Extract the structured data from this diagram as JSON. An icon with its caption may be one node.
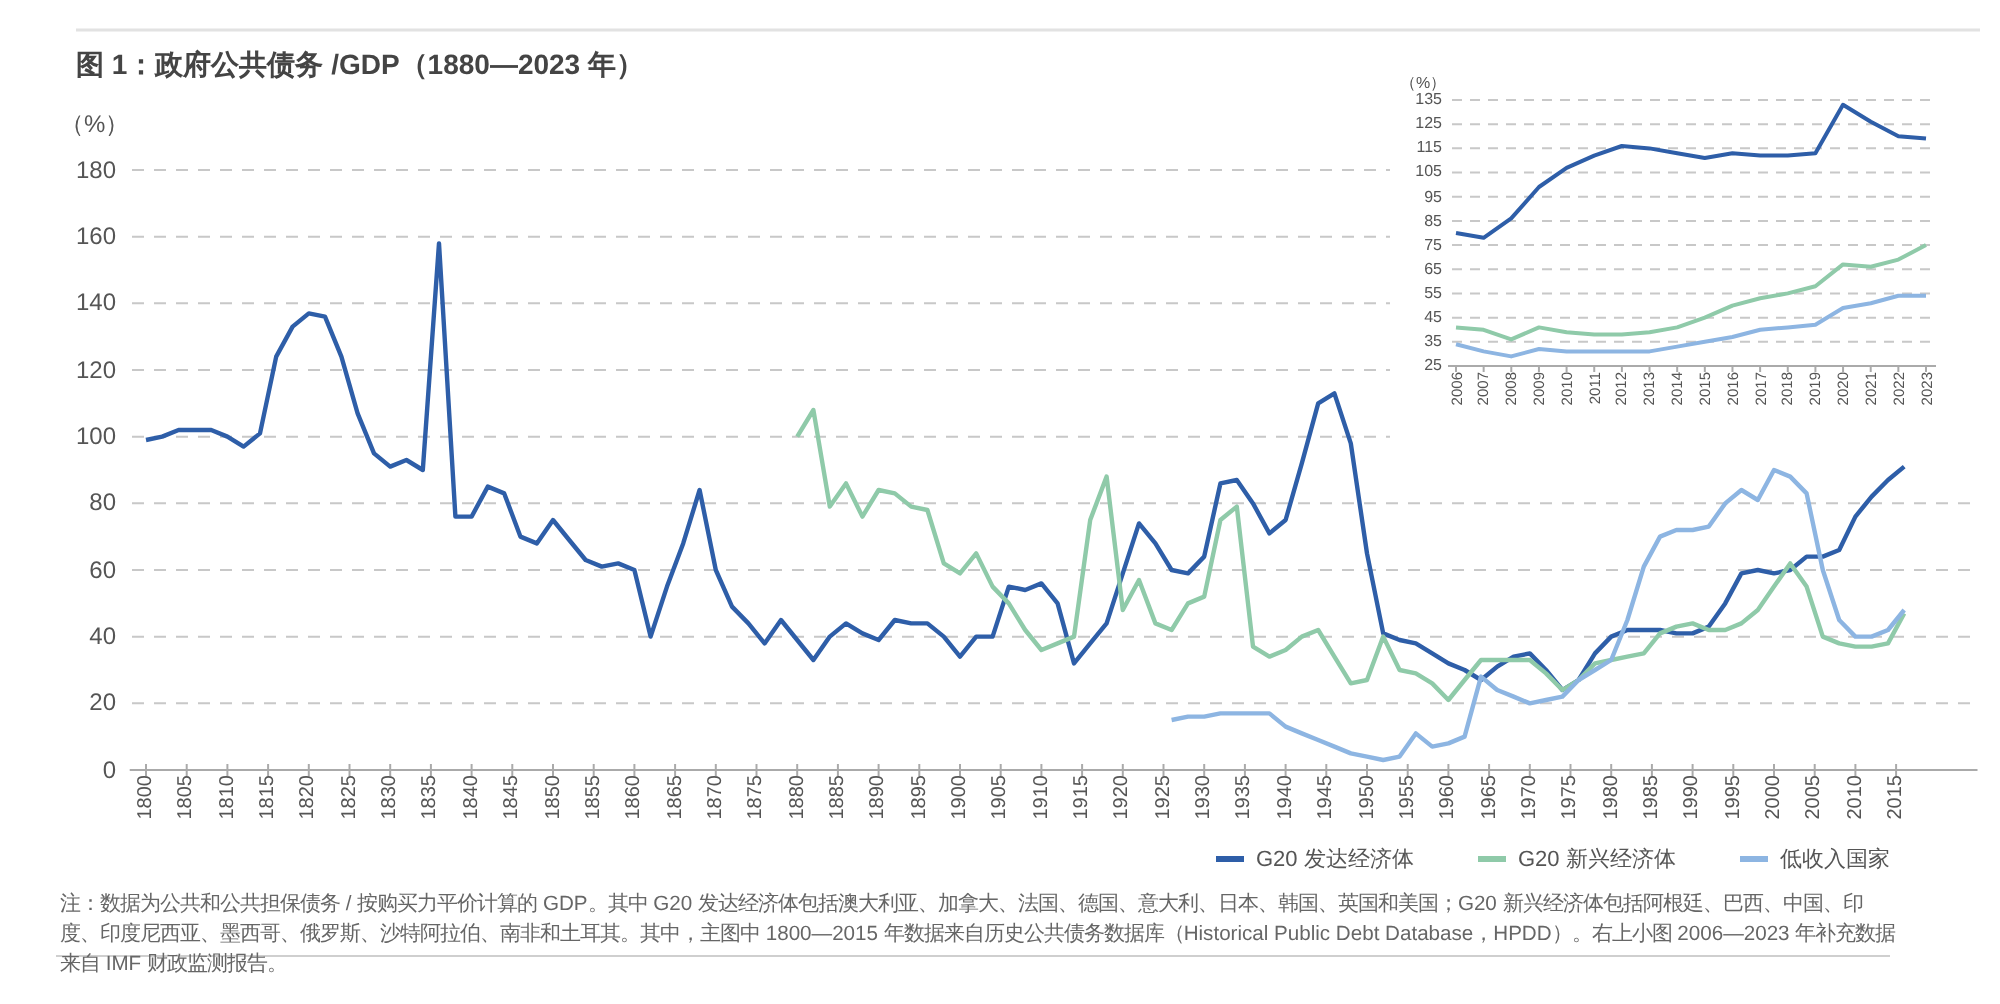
{
  "diagram": {
    "title": "图 1：政府公共债务 /GDP（1880—2023 年）",
    "caption": "注：数据为公共和公共担保债务 / 按购买力平价计算的 GDP。其中 G20 发达经济体包括澳大利亚、加拿大、法国、德国、意大利、日本、韩国、英国和美国；G20 新兴经济体包括阿根廷、巴西、中国、印度、印度尼西亚、墨西哥、俄罗斯、沙特阿拉伯、南非和土耳其。其中，主图中 1800—2015 年数据来自历史公共债务数据库（Historical Public Debt Database，HPDD）。右上小图 2006—2023 年补充数据来自 IMF 财政监测报告。",
    "legend": [
      {
        "text": "G20 发达经济体",
        "color": "#2e5ea8"
      },
      {
        "text": "G20 新兴经济体",
        "color": "#8fcaa9"
      },
      {
        "text": "低收入国家",
        "color": "#8db5e2"
      }
    ],
    "chart_data": [
      {
        "type": "line",
        "ylabel": "（%）",
        "xlim": [
          1798,
          2025
        ],
        "ylim": [
          0,
          180
        ],
        "grid": true,
        "x": [
          1800,
          1802,
          1804,
          1806,
          1808,
          1810,
          1812,
          1814,
          1816,
          1818,
          1820,
          1822,
          1824,
          1826,
          1828,
          1830,
          1832,
          1834,
          1836,
          1838,
          1840,
          1842,
          1844,
          1846,
          1848,
          1850,
          1852,
          1854,
          1856,
          1858,
          1860,
          1862,
          1864,
          1866,
          1868,
          1870,
          1872,
          1874,
          1876,
          1878,
          1880,
          1882,
          1884,
          1886,
          1888,
          1890,
          1892,
          1894,
          1896,
          1898,
          1900,
          1902,
          1904,
          1906,
          1908,
          1910,
          1912,
          1914,
          1916,
          1918,
          1920,
          1922,
          1924,
          1926,
          1928,
          1930,
          1932,
          1934,
          1936,
          1938,
          1940,
          1942,
          1944,
          1946,
          1948,
          1950,
          1952,
          1954,
          1956,
          1958,
          1960,
          1962,
          1964,
          1966,
          1968,
          1970,
          1972,
          1974,
          1976,
          1978,
          1980,
          1982,
          1984,
          1986,
          1988,
          1990,
          1992,
          1994,
          1996,
          1998,
          2000,
          2002,
          2004,
          2006,
          2008,
          2010,
          2012,
          2014,
          2016
        ],
        "xticks": [
          1800,
          1805,
          1810,
          1815,
          1820,
          1825,
          1830,
          1835,
          1840,
          1845,
          1850,
          1855,
          1860,
          1865,
          1870,
          1875,
          1880,
          1885,
          1890,
          1895,
          1900,
          1905,
          1910,
          1915,
          1920,
          1925,
          1930,
          1935,
          1940,
          1945,
          1950,
          1955,
          1960,
          1965,
          1970,
          1975,
          1980,
          1985,
          1990,
          1995,
          2000,
          2005,
          2010,
          2015
        ],
        "yticks": [
          0,
          20,
          40,
          60,
          80,
          100,
          120,
          140,
          160,
          180
        ],
        "series": [
          {
            "color": "#2e5ea8",
            "values": [
              99,
              100,
              102,
              102,
              102,
              100,
              97,
              101,
              124,
              133,
              137,
              136,
              124,
              107,
              95,
              91,
              93,
              90,
              158,
              76,
              76,
              85,
              83,
              70,
              68,
              75,
              69,
              63,
              61,
              62,
              60,
              40,
              55,
              68,
              84,
              60,
              49,
              44,
              38,
              45,
              39,
              33,
              40,
              44,
              41,
              39,
              45,
              44,
              44,
              40,
              34,
              40,
              40,
              55,
              54,
              56,
              50,
              32,
              38,
              44,
              59,
              74,
              68,
              60,
              59,
              64,
              86,
              87,
              80,
              71,
              75,
              92,
              110,
              113,
              98,
              65,
              41,
              39,
              38,
              35,
              32,
              30,
              27,
              31,
              34,
              35,
              30,
              24,
              27,
              35,
              40,
              42,
              42,
              42,
              41,
              41,
              43,
              50,
              59,
              60,
              59,
              60,
              64,
              64,
              66,
              76,
              82,
              87,
              91
            ]
          },
          {
            "color": "#8fcaa9",
            "values": [
              null,
              null,
              null,
              null,
              null,
              null,
              null,
              null,
              null,
              null,
              null,
              null,
              null,
              null,
              null,
              null,
              null,
              null,
              null,
              null,
              null,
              null,
              null,
              null,
              null,
              null,
              null,
              null,
              null,
              null,
              null,
              null,
              null,
              null,
              null,
              null,
              null,
              null,
              null,
              null,
              100,
              108,
              79,
              86,
              76,
              84,
              83,
              79,
              78,
              62,
              59,
              65,
              55,
              50,
              42,
              36,
              38,
              40,
              75,
              88,
              48,
              57,
              44,
              42,
              50,
              52,
              75,
              79,
              37,
              34,
              36,
              40,
              42,
              34,
              26,
              27,
              40,
              30,
              29,
              26,
              21,
              27,
              33,
              33,
              33,
              33,
              29,
              24,
              27,
              32,
              33,
              34,
              35,
              41,
              43,
              44,
              42,
              42,
              44,
              48,
              55,
              62,
              55,
              40,
              38,
              37,
              37,
              38,
              47
            ]
          },
          {
            "color": "#8db5e2",
            "values": [
              null,
              null,
              null,
              null,
              null,
              null,
              null,
              null,
              null,
              null,
              null,
              null,
              null,
              null,
              null,
              null,
              null,
              null,
              null,
              null,
              null,
              null,
              null,
              null,
              null,
              null,
              null,
              null,
              null,
              null,
              null,
              null,
              null,
              null,
              null,
              null,
              null,
              null,
              null,
              null,
              null,
              null,
              null,
              null,
              null,
              null,
              null,
              null,
              null,
              null,
              null,
              null,
              null,
              null,
              null,
              null,
              null,
              null,
              null,
              null,
              null,
              null,
              null,
              15,
              16,
              16,
              17,
              17,
              17,
              17,
              13,
              11,
              9,
              7,
              5,
              4,
              3,
              4,
              11,
              7,
              8,
              10,
              28,
              24,
              22,
              20,
              21,
              22,
              27,
              30,
              33,
              45,
              61,
              70,
              72,
              72,
              73,
              80,
              84,
              81,
              90,
              88,
              83,
              60,
              45,
              40,
              40,
              42,
              48
            ]
          }
        ]
      },
      {
        "type": "line",
        "ylabel": "（%）",
        "grid": true,
        "categories": [
          "2006",
          "2007",
          "2008",
          "2009",
          "2010",
          "2011",
          "2012",
          "2013",
          "2014",
          "2015",
          "2016",
          "2017",
          "2018",
          "2019",
          "2020",
          "2021",
          "2022",
          "2023"
        ],
        "ylim": [
          25,
          135
        ],
        "yticks": [
          25,
          35,
          45,
          55,
          65,
          75,
          85,
          95,
          105,
          115,
          125,
          135
        ],
        "series": [
          {
            "color": "#2e5ea8",
            "values": [
              80,
              78,
              86,
              99,
              107,
              112,
              116,
              115,
              113,
              111,
              113,
              112,
              112,
              113,
              133,
              126,
              120,
              119
            ]
          },
          {
            "color": "#8fcaa9",
            "values": [
              41,
              40,
              36,
              41,
              39,
              38,
              38,
              39,
              41,
              45,
              50,
              53,
              55,
              58,
              67,
              66,
              69,
              75
            ]
          },
          {
            "color": "#8db5e2",
            "values": [
              34,
              31,
              29,
              32,
              31,
              31,
              31,
              31,
              33,
              35,
              37,
              40,
              41,
              42,
              49,
              51,
              54,
              54
            ]
          }
        ]
      }
    ]
  }
}
